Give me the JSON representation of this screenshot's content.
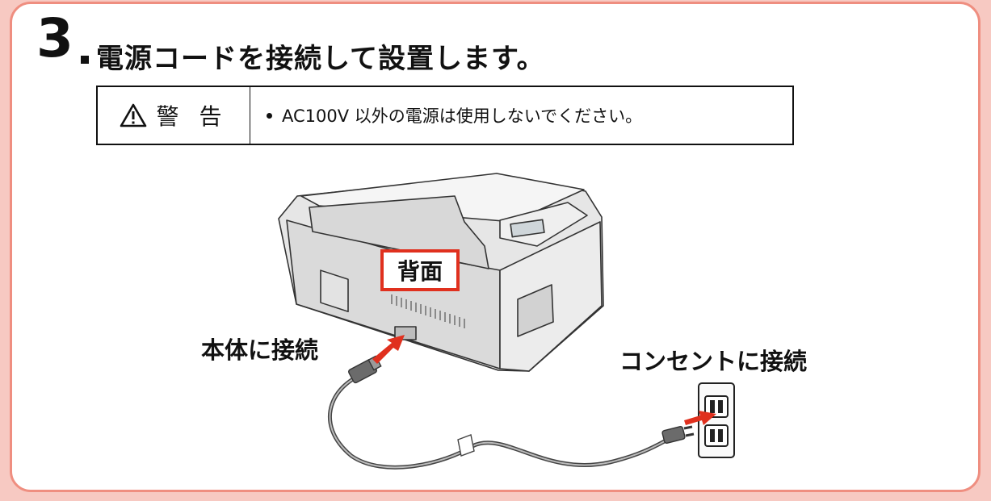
{
  "step": {
    "number": "3",
    "title": "電源コードを接続して設置します。"
  },
  "warning": {
    "label": "警 告",
    "icon": "warning-triangle-icon",
    "text": "AC100V 以外の電源は使用しないでください。"
  },
  "illustration": {
    "back_label": "背面",
    "connect_main_label": "本体に接続",
    "connect_outlet_label": "コンセントに接続",
    "accent_color": "#e0301e",
    "frame_color": "#ef8e80"
  }
}
